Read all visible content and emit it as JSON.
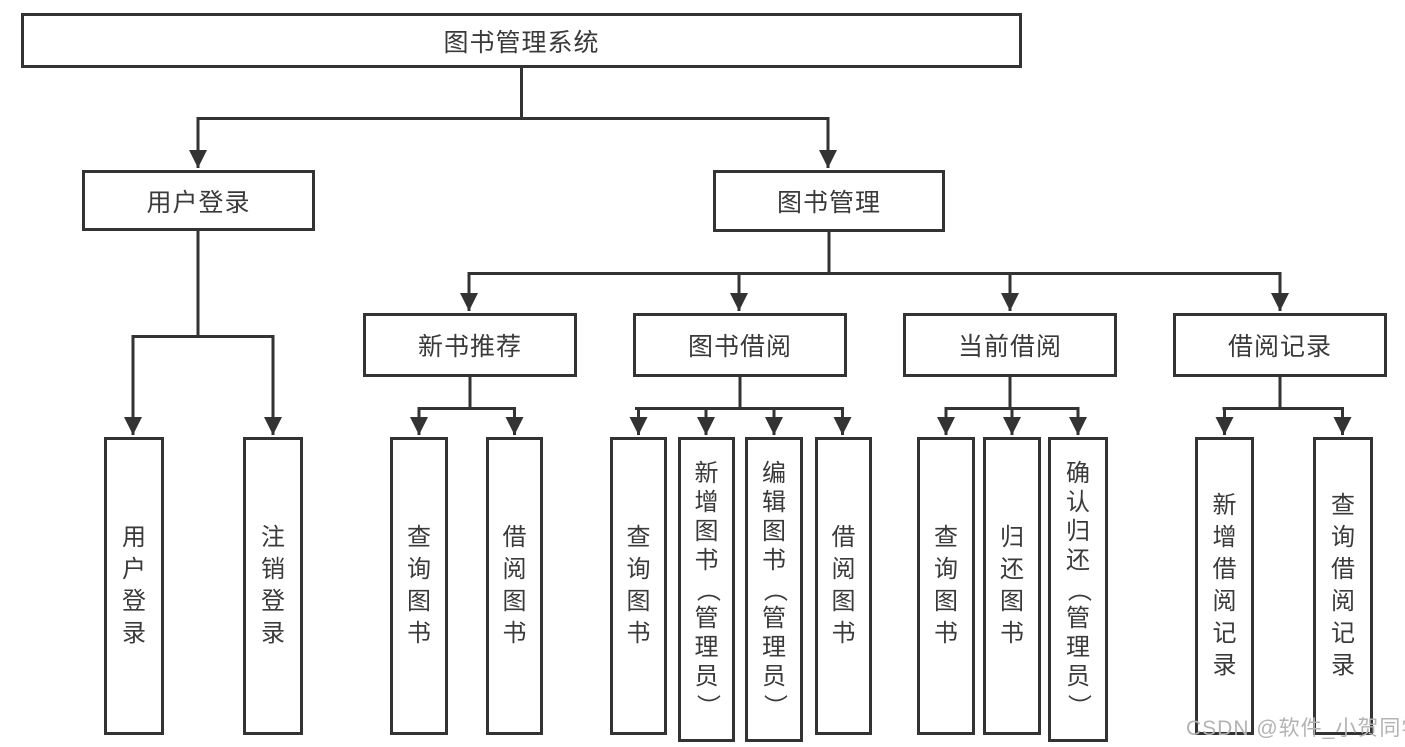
{
  "tree": {
    "root": {
      "label": "图书管理系统"
    },
    "level2": [
      {
        "label": "用户登录",
        "leaves": [
          "用户登录",
          "注销登录"
        ]
      },
      {
        "label": "图书管理",
        "children": [
          {
            "label": "新书推荐",
            "leaves": [
              "查询图书",
              "借阅图书"
            ]
          },
          {
            "label": "图书借阅",
            "leaves": [
              "查询图书",
              "新增图书（管理员）",
              "编辑图书（管理员）",
              "借阅图书"
            ]
          },
          {
            "label": "当前借阅",
            "leaves": [
              "查询图书",
              "归还图书",
              "确认归还（管理员）"
            ]
          },
          {
            "label": "借阅记录",
            "leaves": [
              "新增借阅记录",
              "查询借阅记录"
            ]
          }
        ]
      }
    ]
  },
  "watermark": {
    "text": "CSDN @软件_小贺同学"
  },
  "colors": {
    "line": "#333333",
    "text": "#3a3a3a",
    "watermark": "#b3b3b3",
    "background": "#ffffff"
  }
}
